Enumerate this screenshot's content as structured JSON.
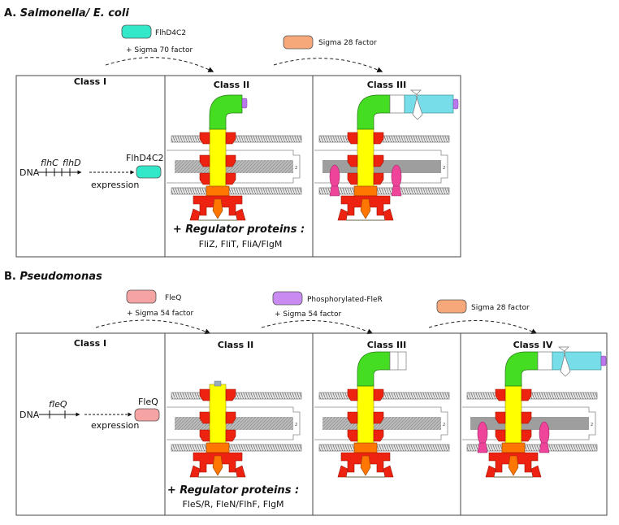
{
  "panel_a": {
    "title_prefix": "A.",
    "title_organism": "Salmonella/ E. coli",
    "signals": [
      {
        "label": "FlhD4C2",
        "sublabel": "+ Sigma 70 factor",
        "color": "#33e8c8"
      },
      {
        "label": "Sigma 28 factor",
        "sublabel": "",
        "color": "#f6a87a"
      }
    ],
    "classes": [
      "Class I",
      "Class II",
      "Class III"
    ],
    "dna_label": "DNA",
    "genes": [
      "flhC",
      "flhD"
    ],
    "expression_label": "expression",
    "product_label": "FlhD4C2",
    "regulator_title": "+ Regulator proteins :",
    "regulators": "FliZ, FliT, FliA/FlgM"
  },
  "panel_b": {
    "title_prefix": "B.",
    "title_organism": "Pseudomonas",
    "signals": [
      {
        "label": "FleQ",
        "sublabel": "+ Sigma 54 factor",
        "color": "#f5a3a3"
      },
      {
        "label": "Phosphorylated-FleR",
        "sublabel": "+ Sigma 54 factor",
        "color": "#c98af2"
      },
      {
        "label": "Sigma 28 factor",
        "sublabel": "",
        "color": "#f6a87a"
      }
    ],
    "classes": [
      "Class I",
      "Class II",
      "Class III",
      "Class IV"
    ],
    "dna_label": "DNA",
    "genes": [
      "fleQ"
    ],
    "expression_label": "expression",
    "product_label": "FleQ",
    "regulator_title": "+ Regulator proteins :",
    "regulators": "FleS/R, FleN/FlhF, FlgM"
  },
  "colors": {
    "hook": "#44dd22",
    "rod": "#ffff00",
    "motor": "#ee2211",
    "switch": "#ff7700",
    "filament": "#77dde8",
    "cap": "#bb77ee",
    "stator": "#ee4499"
  }
}
